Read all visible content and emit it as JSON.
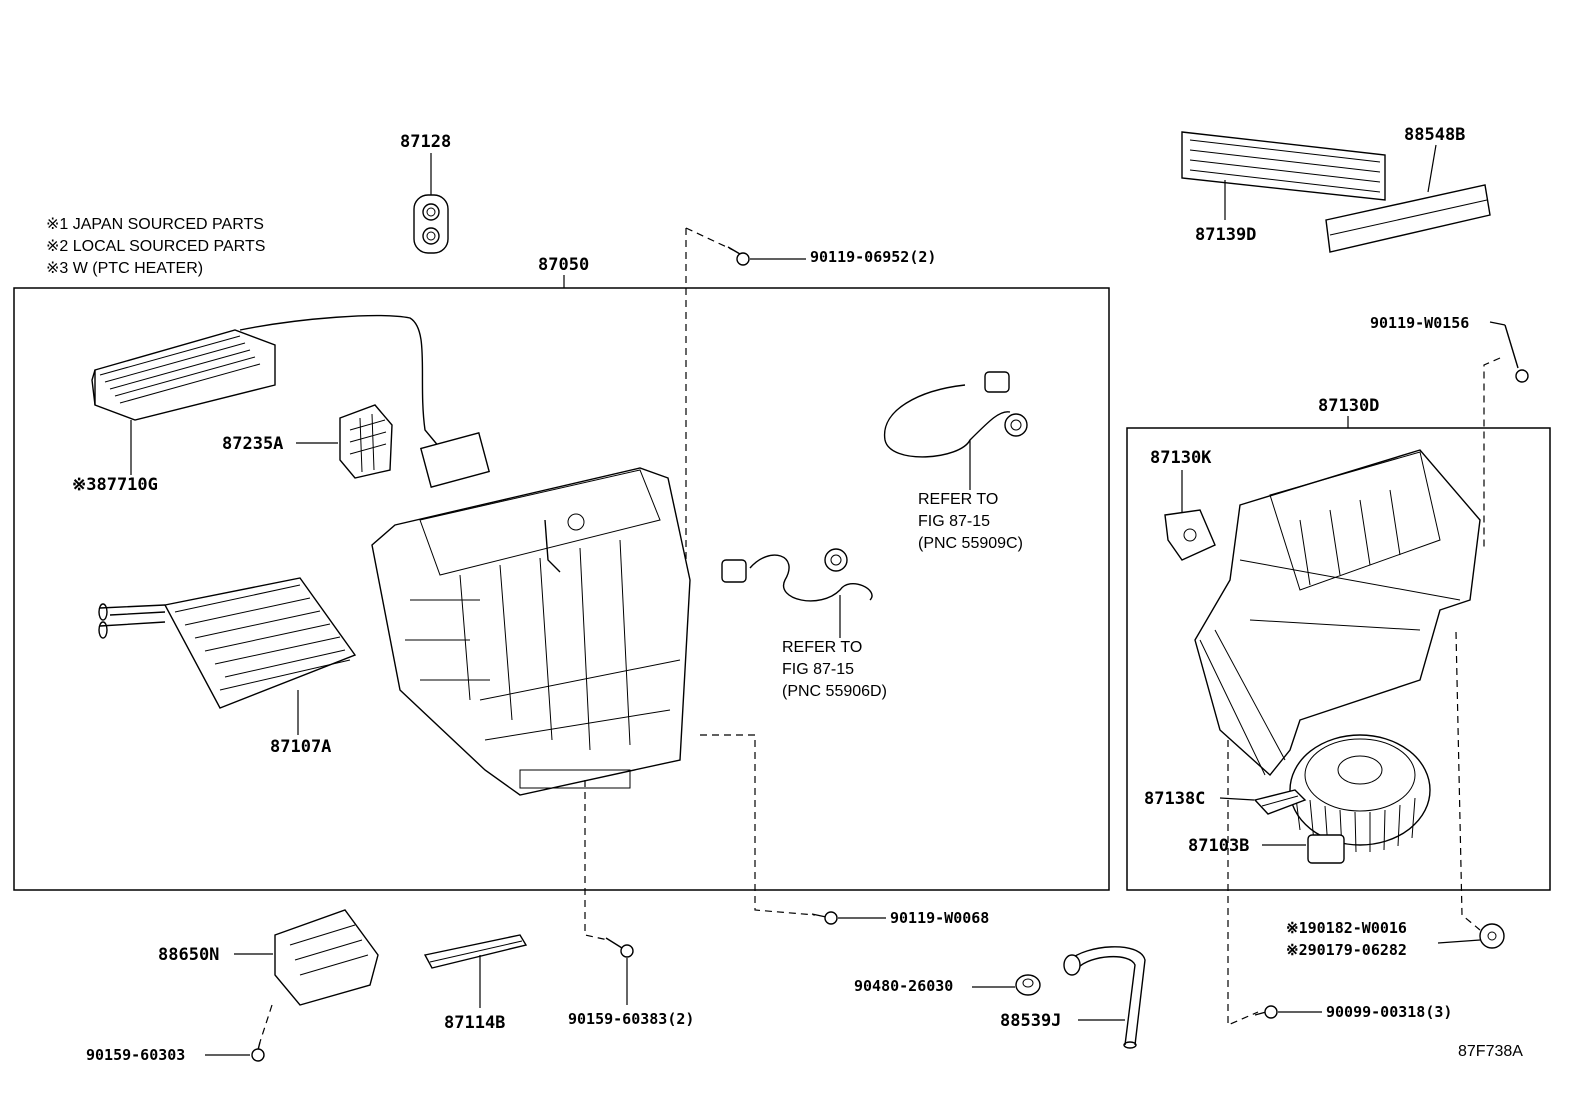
{
  "notes": [
    "※1 JAPAN SOURCED PARTS",
    "※2 LOCAL SOURCED PARTS",
    "※3 W (PTC HEATER)"
  ],
  "labels": {
    "p87128": "87128",
    "p87050": "87050",
    "p87235A": "87235A",
    "p87710G": "※387710G",
    "p87107A": "87107A",
    "p90119_06952": "90119-06952(2)",
    "p87139D": "87139D",
    "p88548B": "88548B",
    "p90119_W0156": "90119-W0156",
    "p87130D": "87130D",
    "p87130K": "87130K",
    "p87138C": "87138C",
    "p87103B": "87103B",
    "p90119_W0068": "90119-W0068",
    "p90182_W0016": "※190182-W0016",
    "p90179_06282": "※290179-06282",
    "p88650N": "88650N",
    "p87114B": "87114B",
    "p90159_60383": "90159-60383(2)",
    "p90480_26030": "90480-26030",
    "p88539J": "88539J",
    "p90099_00318": "90099-00318(3)",
    "p90159_60303": "90159-60303"
  },
  "refer_upper": [
    "REFER TO",
    "FIG 87-15",
    "(PNC 55909C)"
  ],
  "refer_lower": [
    "REFER TO",
    "FIG 87-15",
    "(PNC 55906D)"
  ],
  "figure_id": "87F738A"
}
